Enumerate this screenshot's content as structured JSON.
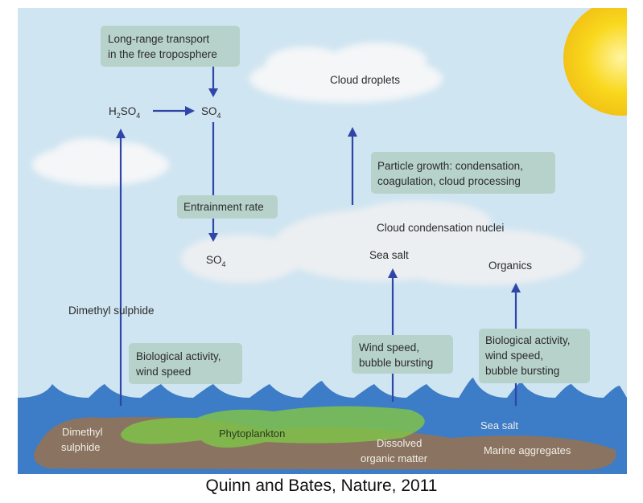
{
  "diagram": {
    "boxes": {
      "long_range": [
        "Long-range transport",
        "in the free troposphere"
      ],
      "entrainment": "Entrainment rate",
      "particle_growth": [
        "Particle growth: condensation,",
        "coagulation, cloud processing"
      ],
      "bio_wind": [
        "Biological activity,",
        "wind speed"
      ],
      "wind_bubble": [
        "Wind speed,",
        "bubble bursting"
      ],
      "bio_wind_bubble": [
        "Biological activity,",
        "wind speed,",
        "bubble bursting"
      ]
    },
    "labels": {
      "h2so4": {
        "base1": "H",
        "sub1": "2",
        "base2": "SO",
        "sub2": "4"
      },
      "so4_top": {
        "base": "SO",
        "sub": "4"
      },
      "so4_cloud": {
        "base": "SO",
        "sub": "4"
      },
      "cloud_droplets": "Cloud droplets",
      "ccn": "Cloud condensation nuclei",
      "sea_salt_cloud": "Sea salt",
      "organics": "Organics",
      "dms_air": "Dimethyl sulphide"
    },
    "ocean": {
      "dms": [
        "Dimethyl",
        "sulphide"
      ],
      "phytoplankton": "Phytoplankton",
      "dom": [
        "Dissolved",
        "organic matter"
      ],
      "sea_salt": "Sea salt",
      "marine_aggregates": "Marine aggregates"
    },
    "colors": {
      "sky": "#cfe5f1",
      "water": "#3d7cc6",
      "arrow": "#2f45a8",
      "box": "#b7d2cb",
      "sun": "#f7d21c",
      "sediment": "#8a7461",
      "plankton": "#7fc24a"
    }
  },
  "caption": "Quinn and Bates, Nature, 2011"
}
